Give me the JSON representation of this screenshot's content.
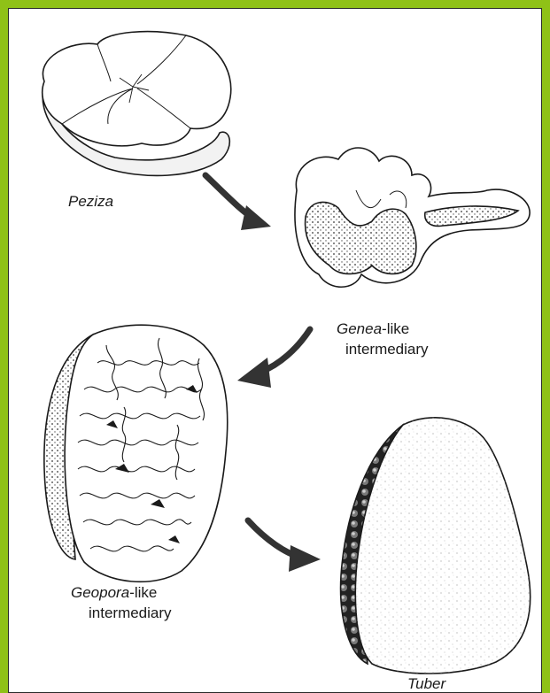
{
  "colors": {
    "frame": "#8fc117",
    "ink": "#1a1a1a",
    "paper": "#ffffff"
  },
  "labels": {
    "peziza": "Peziza",
    "genea_italic": "Genea",
    "genea_suffix": "-like",
    "genea_line2": "intermediary",
    "geopora_italic": "Geopora",
    "geopora_suffix": "-like",
    "geopora_line2": "intermediary",
    "tuber": "Tuber"
  },
  "icons": [
    "peziza-cup-drawing",
    "genea-fold-drawing",
    "geopora-section-drawing",
    "tuber-section-drawing",
    "curved-arrow-icon"
  ]
}
